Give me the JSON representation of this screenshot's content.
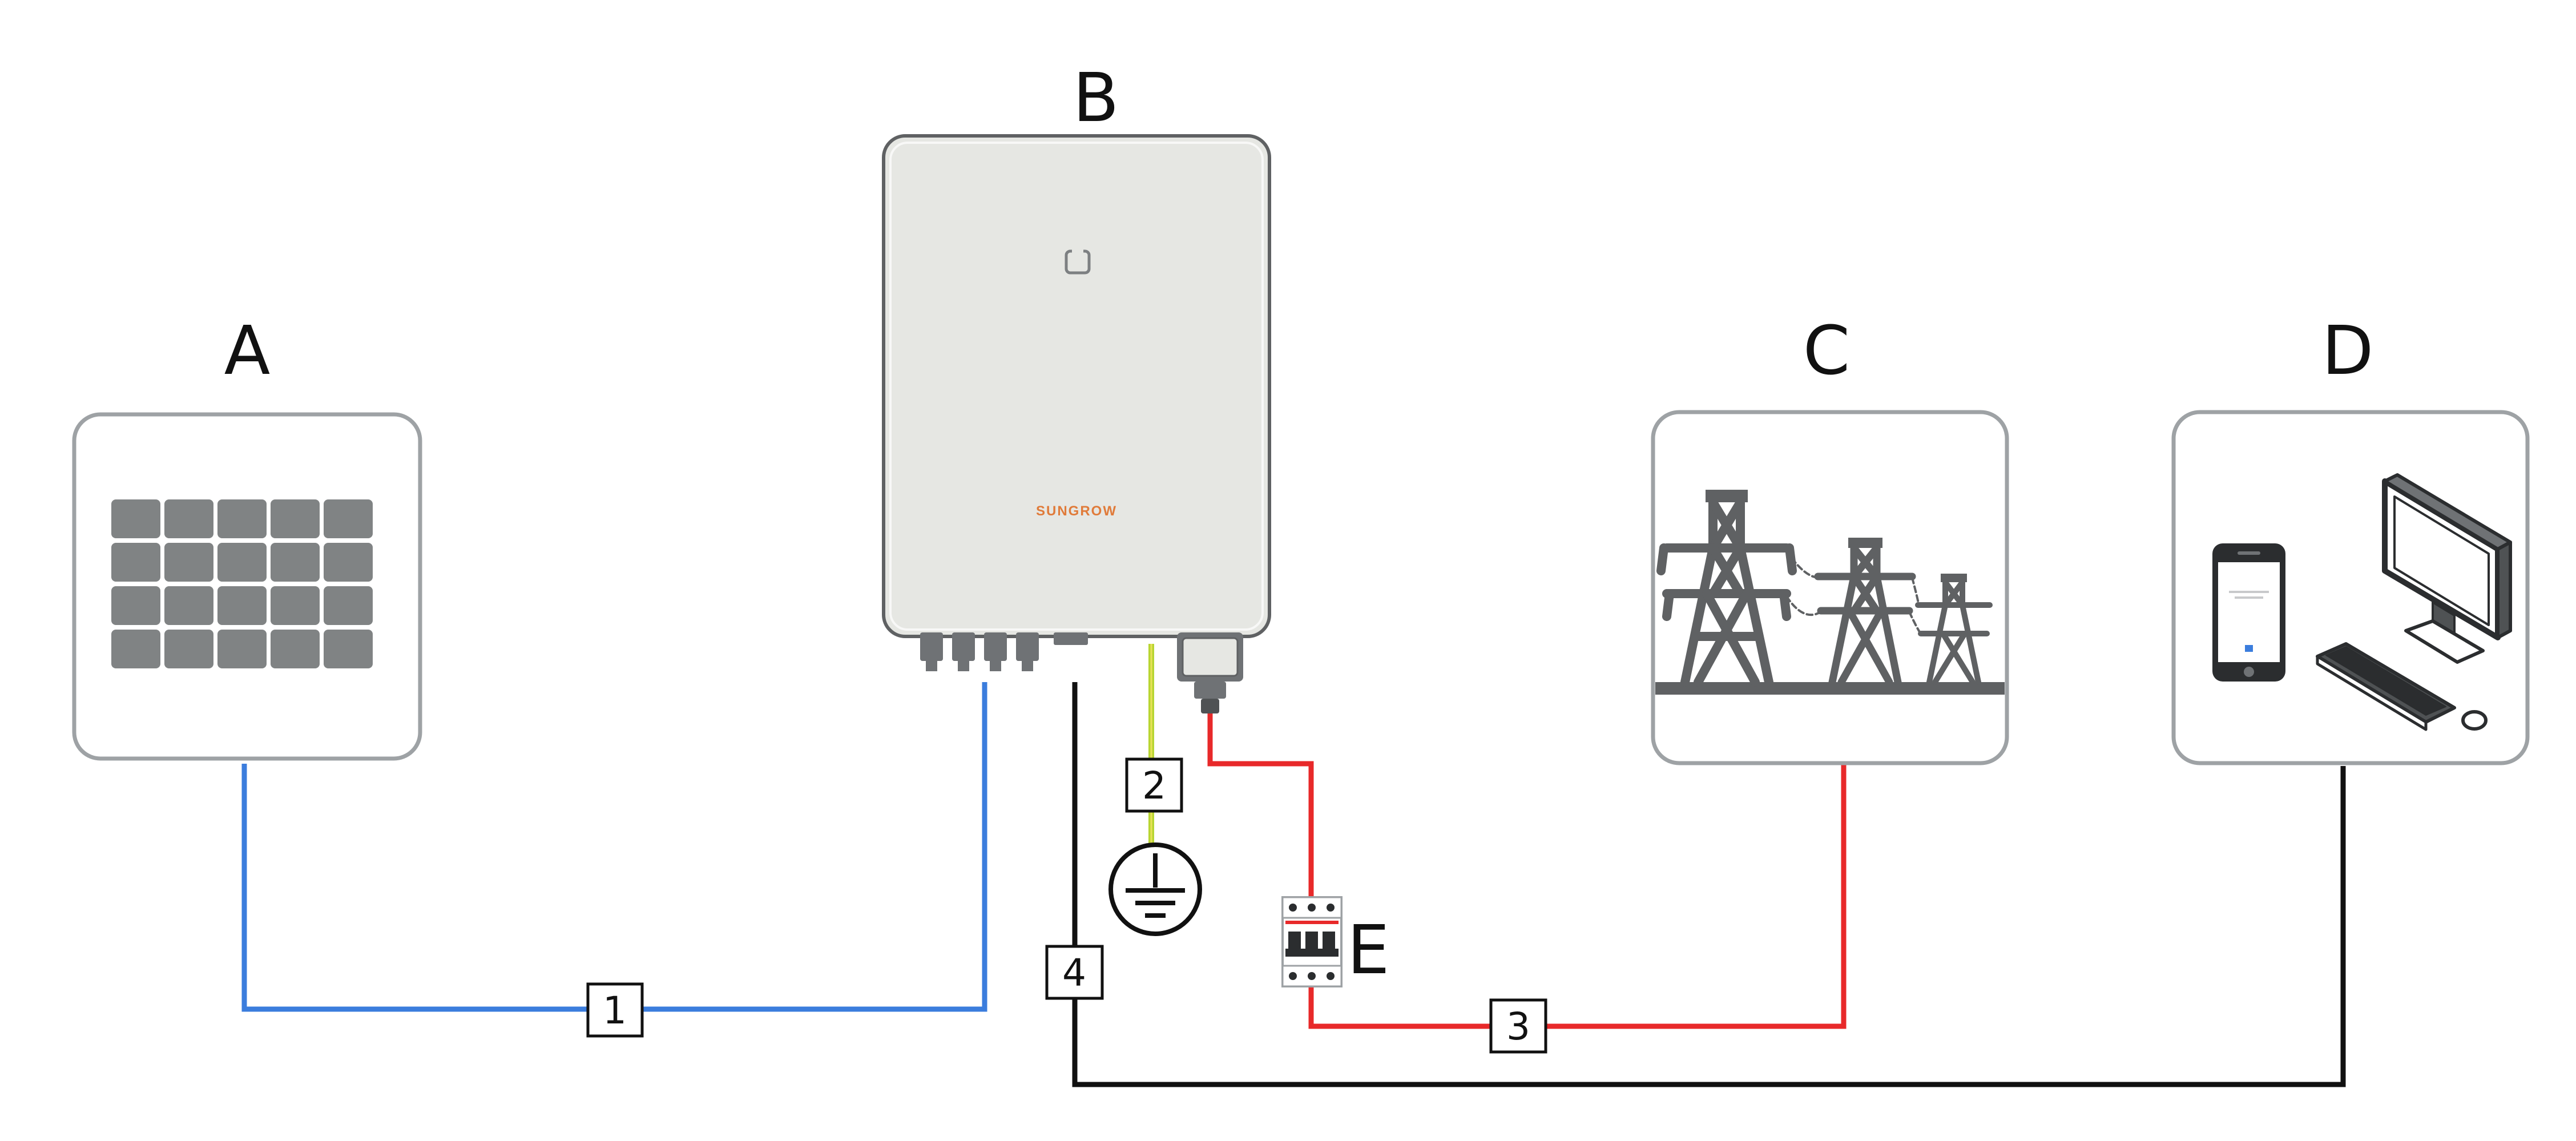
{
  "labels": {
    "pv_array": "A",
    "inverter": "B",
    "grid": "C",
    "monitoring": "D",
    "breaker": "E"
  },
  "cables": {
    "dc": "1",
    "pe": "2",
    "ac": "3",
    "communication": "4"
  },
  "inverter_brand": "SUNGROW",
  "colors": {
    "dc": "#3b7ddd",
    "pe": "#b8d531",
    "ac": "#e8292a",
    "communication": "#111111",
    "panel": "#808384",
    "inverter_body": "#e6e7e3",
    "box_border": "#9ea2a5",
    "tower": "#5f6163"
  },
  "icons": {
    "pv_array": "solar-panel-icon",
    "grid": "power-tower-icon",
    "monitoring": "phone-and-computer-icon",
    "ground": "ground-symbol-icon",
    "breaker": "circuit-breaker-icon"
  }
}
